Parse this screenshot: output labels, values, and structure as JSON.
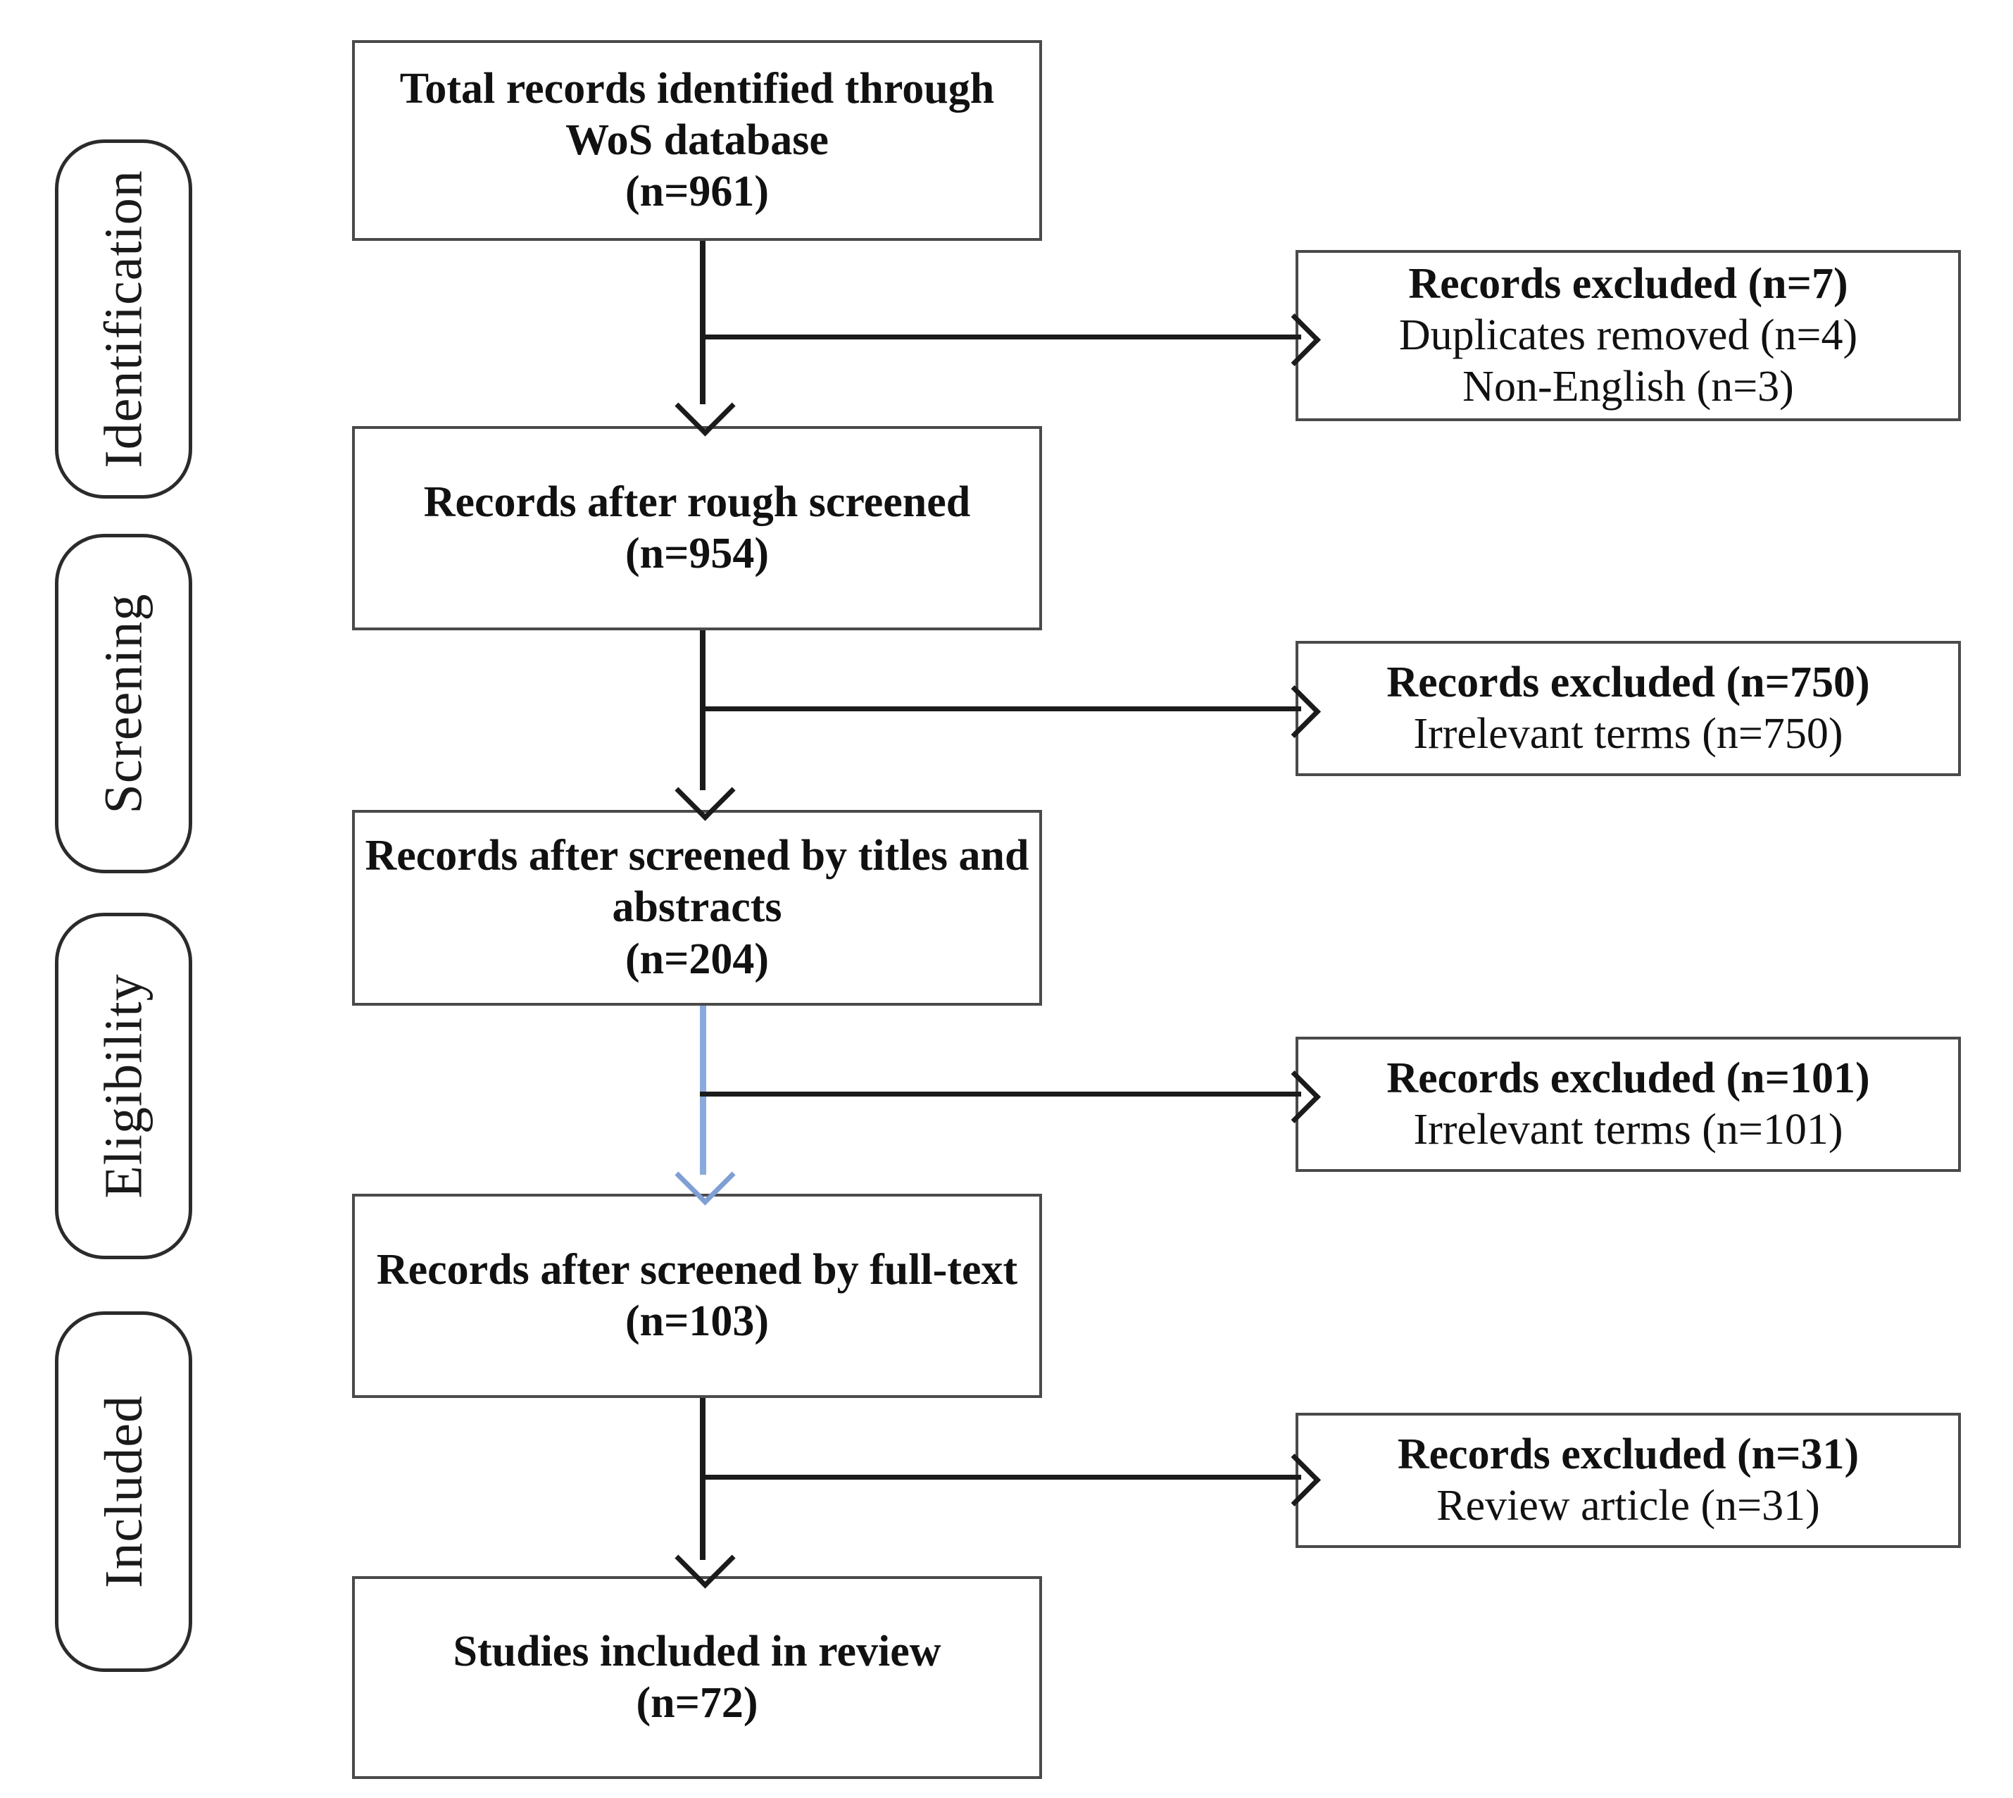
{
  "diagram": {
    "type": "prisma-flow-diagram",
    "title": "PRISMA study selection flow",
    "colors": {
      "box_border": "#4a4a4a",
      "pill_border": "#2b2b2b",
      "connector": "#1b1b1b",
      "highlight_connector": "#8aaadd",
      "background": "#ffffff",
      "text": "#111111"
    }
  },
  "stages": [
    {
      "id": "identification",
      "label": "Identification"
    },
    {
      "id": "screening",
      "label": "Screening"
    },
    {
      "id": "eligibility",
      "label": "Eligibility"
    },
    {
      "id": "included",
      "label": "Included"
    }
  ],
  "flow_boxes": [
    {
      "id": "total-records",
      "lines": [
        {
          "text": "Total records identified through",
          "bold": true
        },
        {
          "text": "WoS database",
          "bold": true
        },
        {
          "text": "(n=961)",
          "bold": true
        }
      ],
      "count": 961
    },
    {
      "id": "rough-screened",
      "lines": [
        {
          "text": "Records after rough screened",
          "bold": true
        },
        {
          "text": "(n=954)",
          "bold": true
        }
      ],
      "count": 954
    },
    {
      "id": "titles-abstracts-screened",
      "lines": [
        {
          "text": "Records after screened by titles and",
          "bold": true
        },
        {
          "text": "abstracts",
          "bold": true
        },
        {
          "text": "(n=204)",
          "bold": true
        }
      ],
      "count": 204
    },
    {
      "id": "full-text-screened",
      "lines": [
        {
          "text": "Records after screened by full-text",
          "bold": true
        },
        {
          "text": "(n=103)",
          "bold": true
        }
      ],
      "count": 103
    },
    {
      "id": "studies-included",
      "lines": [
        {
          "text": "Studies included in review",
          "bold": true
        },
        {
          "text": "(n=72)",
          "bold": true
        }
      ],
      "count": 72
    }
  ],
  "exclusion_boxes": [
    {
      "id": "excluded-1",
      "lines": [
        {
          "text": "Records excluded (n=7)",
          "bold": true
        },
        {
          "text": "Duplicates removed (n=4)",
          "bold": false
        },
        {
          "text": "Non-English (n=3)",
          "bold": false
        }
      ],
      "count": 7
    },
    {
      "id": "excluded-2",
      "lines": [
        {
          "text": "Records excluded (n=750)",
          "bold": true
        },
        {
          "text": "Irrelevant terms (n=750)",
          "bold": false
        }
      ],
      "count": 750
    },
    {
      "id": "excluded-3",
      "lines": [
        {
          "text": "Records excluded (n=101)",
          "bold": true
        },
        {
          "text": "Irrelevant terms (n=101)",
          "bold": false
        }
      ],
      "count": 101
    },
    {
      "id": "excluded-4",
      "lines": [
        {
          "text": "Records excluded (n=31)",
          "bold": true
        },
        {
          "text": "Review article (n=31)",
          "bold": false
        }
      ],
      "count": 31
    }
  ]
}
